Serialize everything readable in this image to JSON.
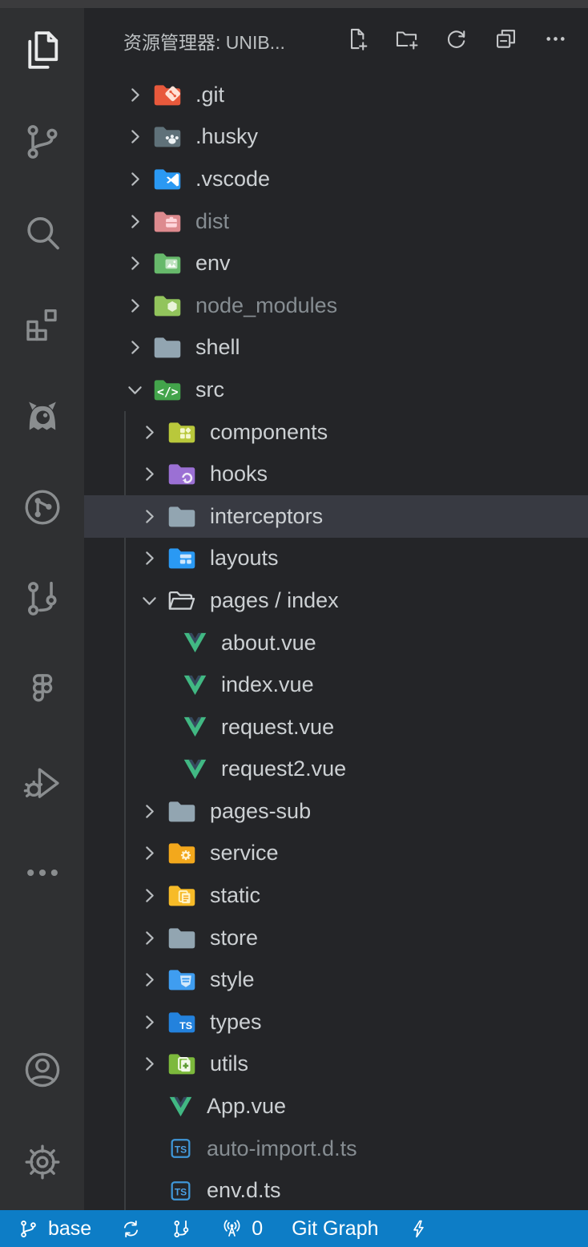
{
  "colors": {
    "status_bar_bg": "#0d7dc6",
    "selection_bg": "#383a42",
    "sidebar_bg": "#242528",
    "activity_bar_bg": "#2f3032",
    "titlebar_strip_bg": "#3b3b3d",
    "vue_green": "#41b883",
    "vue_dark": "#35495e",
    "ts_blue": "#3f97d8",
    "tree_text": "#ccd0d3",
    "tree_text_dim": "#868d92"
  },
  "activity_bar": {
    "items": [
      {
        "icon": "files-icon",
        "active": true
      },
      {
        "icon": "source-control-icon",
        "active": false
      },
      {
        "icon": "search-icon",
        "active": false
      },
      {
        "icon": "extensions-icon",
        "active": false
      },
      {
        "icon": "monster-extension-icon",
        "active": false
      },
      {
        "icon": "git-graph-icon",
        "active": false
      },
      {
        "icon": "commit-graph-icon",
        "active": false
      },
      {
        "icon": "figma-icon",
        "active": false
      },
      {
        "icon": "run-debug-icon",
        "active": false
      },
      {
        "icon": "more-views-icon",
        "active": false
      }
    ],
    "bottom_items": [
      {
        "icon": "account-icon"
      },
      {
        "icon": "settings-gear-icon"
      }
    ]
  },
  "explorer": {
    "header": {
      "title": "资源管理器: UNIB...",
      "actions": [
        {
          "name": "new-file-button",
          "icon": "new-file-icon"
        },
        {
          "name": "new-folder-button",
          "icon": "new-folder-icon"
        },
        {
          "name": "refresh-button",
          "icon": "refresh-icon"
        },
        {
          "name": "collapse-all-button",
          "icon": "collapse-all-icon"
        },
        {
          "name": "more-actions-button",
          "icon": "ellipsis-icon"
        }
      ]
    },
    "tree": [
      {
        "label": ".git",
        "kind": "folder",
        "icon": "folder-git-icon",
        "level": 0
      },
      {
        "label": ".husky",
        "kind": "folder",
        "icon": "folder-husky-icon",
        "level": 0
      },
      {
        "label": ".vscode",
        "kind": "folder",
        "icon": "folder-vscode-icon",
        "level": 0
      },
      {
        "label": "dist",
        "kind": "folder",
        "icon": "folder-dist-icon",
        "level": 0,
        "dim": true
      },
      {
        "label": "env",
        "kind": "folder",
        "icon": "folder-env-icon",
        "level": 0
      },
      {
        "label": "node_modules",
        "kind": "folder",
        "icon": "folder-node-icon",
        "level": 0,
        "dim": true
      },
      {
        "label": "shell",
        "kind": "folder",
        "icon": "folder-plain-icon",
        "level": 0
      },
      {
        "label": "src",
        "kind": "folder",
        "icon": "folder-src-icon",
        "level": 0,
        "expanded": true
      },
      {
        "label": "components",
        "kind": "folder",
        "icon": "folder-components-icon",
        "level": 1
      },
      {
        "label": "hooks",
        "kind": "folder",
        "icon": "folder-hooks-icon",
        "level": 1
      },
      {
        "label": "interceptors",
        "kind": "folder",
        "icon": "folder-plain-icon",
        "level": 1,
        "selected": true
      },
      {
        "label": "layouts",
        "kind": "folder",
        "icon": "folder-layouts-icon",
        "level": 1
      },
      {
        "label": "pages / index",
        "kind": "folder",
        "icon": "folder-open-icon",
        "level": 1,
        "expanded": true
      },
      {
        "label": "about.vue",
        "kind": "file",
        "icon": "vue-file-icon",
        "level": 2
      },
      {
        "label": "index.vue",
        "kind": "file",
        "icon": "vue-file-icon",
        "level": 2
      },
      {
        "label": "request.vue",
        "kind": "file",
        "icon": "vue-file-icon",
        "level": 2
      },
      {
        "label": "request2.vue",
        "kind": "file",
        "icon": "vue-file-icon",
        "level": 2
      },
      {
        "label": "pages-sub",
        "kind": "folder",
        "icon": "folder-plain-icon",
        "level": 1
      },
      {
        "label": "service",
        "kind": "folder",
        "icon": "folder-service-icon",
        "level": 1
      },
      {
        "label": "static",
        "kind": "folder",
        "icon": "folder-static-icon",
        "level": 1
      },
      {
        "label": "store",
        "kind": "folder",
        "icon": "folder-plain-icon",
        "level": 1
      },
      {
        "label": "style",
        "kind": "folder",
        "icon": "folder-style-icon",
        "level": 1
      },
      {
        "label": "types",
        "kind": "folder",
        "icon": "folder-types-icon",
        "level": 1
      },
      {
        "label": "utils",
        "kind": "folder",
        "icon": "folder-utils-icon",
        "level": 1
      },
      {
        "label": "App.vue",
        "kind": "file",
        "icon": "vue-file-icon",
        "level": 1
      },
      {
        "label": "auto-import.d.ts",
        "kind": "file",
        "icon": "ts-def-file-icon",
        "level": 1,
        "dim": true
      },
      {
        "label": "env.d.ts",
        "kind": "file",
        "icon": "ts-def-file-icon",
        "level": 1
      }
    ]
  },
  "status_bar": {
    "items": [
      {
        "name": "git-branch-indicator",
        "icon": "git-branch-icon",
        "label": "base"
      },
      {
        "name": "sync-button",
        "icon": "sync-icon"
      },
      {
        "name": "commit-graph-button",
        "icon": "commit-graph-icon"
      },
      {
        "name": "ports-indicator",
        "icon": "broadcast-icon",
        "label": "0"
      },
      {
        "name": "git-graph-button",
        "label": "Git Graph"
      },
      {
        "name": "zap-button",
        "icon": "zap-icon"
      }
    ]
  }
}
